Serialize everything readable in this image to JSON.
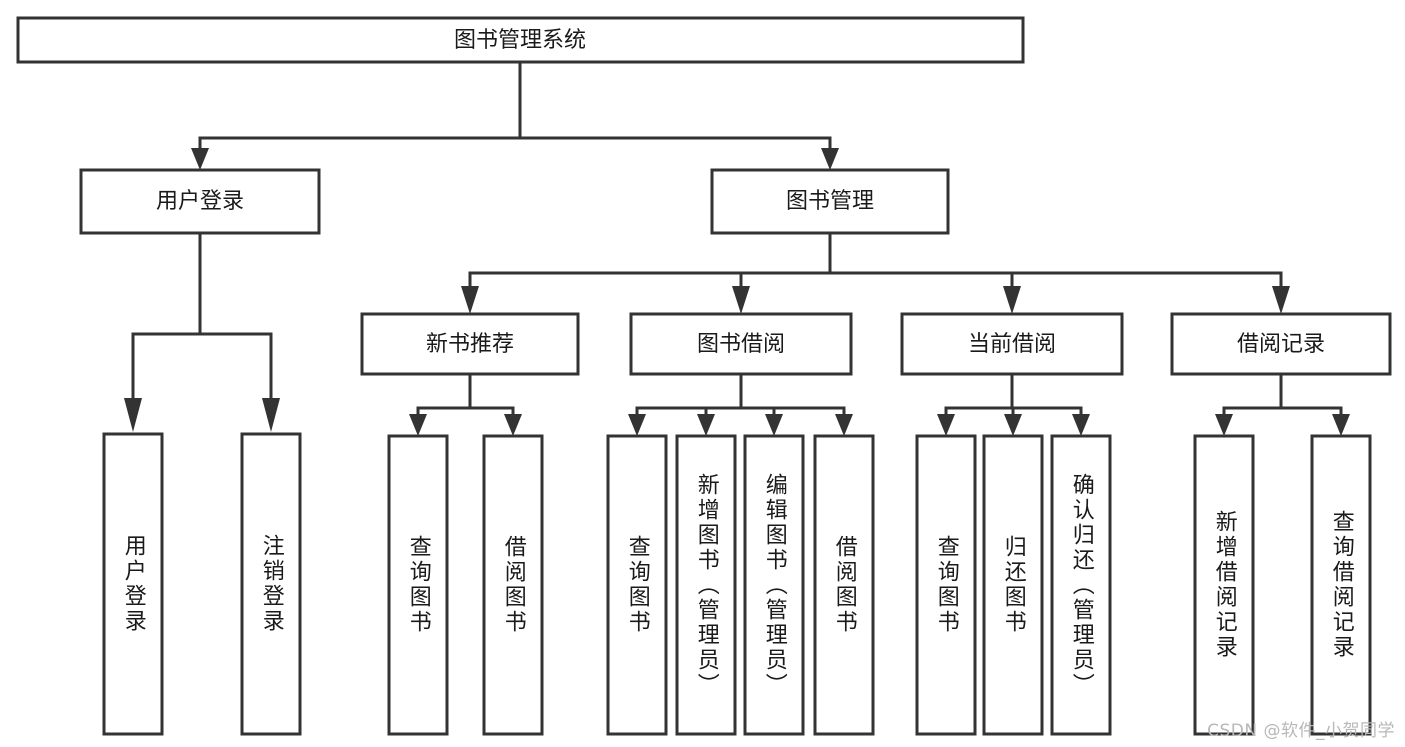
{
  "diagram": {
    "type": "tree",
    "title": "图书管理系统",
    "orientation": "top-down",
    "colors": {
      "box_stroke": "#333333",
      "box_fill": "#ffffff",
      "text": "#1a1a1a",
      "background": "#ffffff",
      "watermark": "#b8b8b8"
    },
    "root": {
      "label": "图书管理系统"
    },
    "level2": [
      {
        "label": "用户登录"
      },
      {
        "label": "图书管理"
      }
    ],
    "level3": [
      {
        "label": "新书推荐"
      },
      {
        "label": "图书借阅"
      },
      {
        "label": "当前借阅"
      },
      {
        "label": "借阅记录"
      }
    ],
    "leaves": {
      "user_login": [
        {
          "label": "用户登录"
        },
        {
          "label": "注销登录"
        }
      ],
      "new_book_recommend": [
        {
          "label": "查询图书"
        },
        {
          "label": "借阅图书"
        }
      ],
      "book_borrow": [
        {
          "label": "查询图书"
        },
        {
          "label": "新增图书（管理员）"
        },
        {
          "label": "编辑图书（管理员）"
        },
        {
          "label": "借阅图书"
        }
      ],
      "current_borrow": [
        {
          "label": "查询图书"
        },
        {
          "label": "归还图书"
        },
        {
          "label": "确认归还（管理员）"
        }
      ],
      "borrow_record": [
        {
          "label": "新增借阅记录"
        },
        {
          "label": "查询借阅记录"
        }
      ]
    },
    "watermark": "CSDN @软件_小贺同学"
  }
}
